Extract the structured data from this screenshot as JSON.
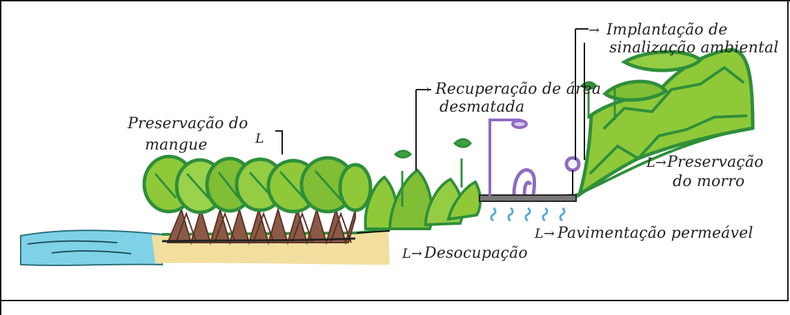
{
  "sketch": {
    "labels": {
      "mangue_line1": "Preservação do",
      "mangue_line2": "mangue",
      "area_line1": "Recuperação de área",
      "area_line2": "desmatada",
      "sinal_line1": "Implantação de",
      "sinal_line2": "sinalização ambiental",
      "morro_line1": "Preservação",
      "morro_line2": "do morro",
      "desocupacao": "Desocupação",
      "pavimentacao": "Pavimentação permeável"
    },
    "arrows": {
      "area": "→",
      "sinal": "→",
      "morro": "L→",
      "desocupacao": "L→",
      "pavimentacao": "L→"
    }
  },
  "colors": {
    "water": "#7fd1e6",
    "sand": "#f2dfa0",
    "leaf_light": "#8fc93a",
    "leaf_dark": "#2f8f3a",
    "root": "#7a4b3c",
    "path": "#777777",
    "lamp": "#8e6bc2",
    "ink": "#222222"
  }
}
